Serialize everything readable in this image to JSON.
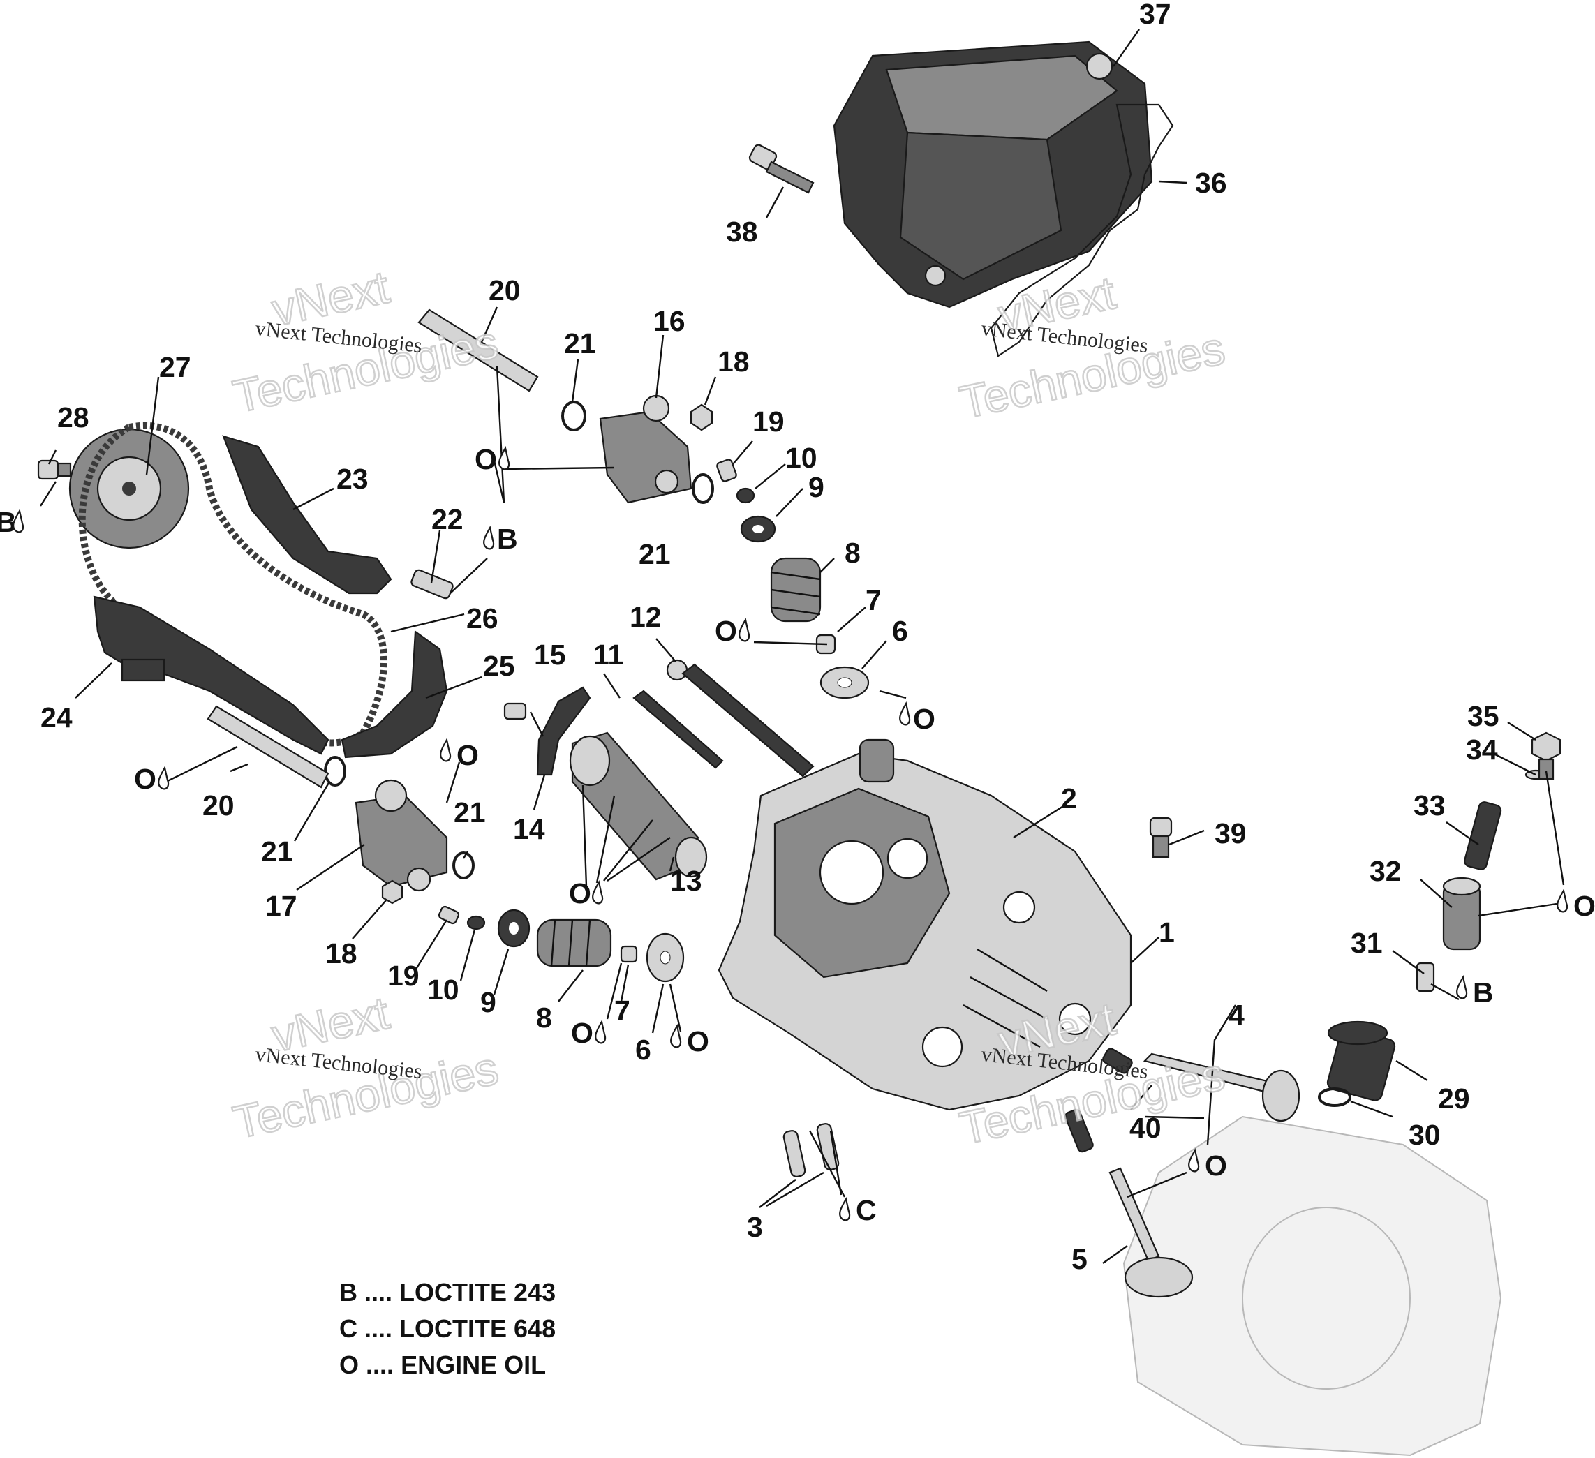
{
  "callouts": [
    "1",
    "2",
    "3",
    "4",
    "5",
    "6",
    "6",
    "7",
    "7",
    "8",
    "8",
    "9",
    "9",
    "10",
    "10",
    "11",
    "12",
    "13",
    "14",
    "15",
    "16",
    "17",
    "18",
    "18",
    "19",
    "19",
    "20",
    "20",
    "21",
    "21",
    "21",
    "21",
    "22",
    "23",
    "24",
    "25",
    "26",
    "27",
    "28",
    "29",
    "30",
    "31",
    "32",
    "33",
    "34",
    "35",
    "36",
    "37",
    "38",
    "39",
    "40"
  ],
  "markers": {
    "oil": "O",
    "loctite_b": "B",
    "loctite_c": "C"
  },
  "watermark": {
    "line1": "vNext Technologies",
    "brand_top": "vNext",
    "brand_bottom": "Technologies"
  },
  "legend": [
    {
      "key": "B",
      "sep": "....",
      "text": "LOCTITE 243"
    },
    {
      "key": "C",
      "sep": "....",
      "text": "LOCTITE 648"
    },
    {
      "key": "O",
      "sep": "....",
      "text": "ENGINE OIL"
    }
  ]
}
